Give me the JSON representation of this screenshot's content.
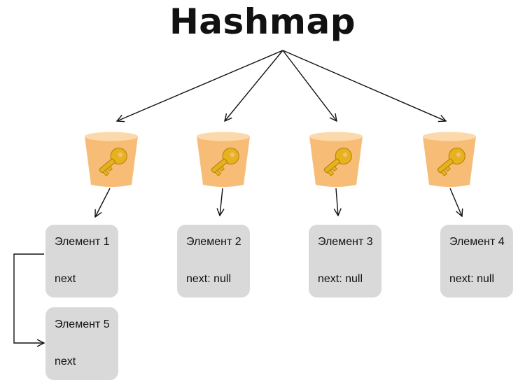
{
  "title": "Hashmap",
  "colors": {
    "bucket_fill": "#f7bd77",
    "bucket_top": "#fcd9ab",
    "key_gold": "#e6b31e",
    "node_fill": "#d9d9d9",
    "line": "#111111"
  },
  "buckets": [
    {
      "icon": "key-icon"
    },
    {
      "icon": "key-icon"
    },
    {
      "icon": "key-icon"
    },
    {
      "icon": "key-icon"
    }
  ],
  "elements": [
    {
      "name": "Элемент 1",
      "next": "next"
    },
    {
      "name": "Элемент 2",
      "next": "next: null"
    },
    {
      "name": "Элемент 3",
      "next": "next: null"
    },
    {
      "name": "Элемент 4",
      "next": "next: null"
    },
    {
      "name": "Элемент 5",
      "next": "next"
    }
  ]
}
